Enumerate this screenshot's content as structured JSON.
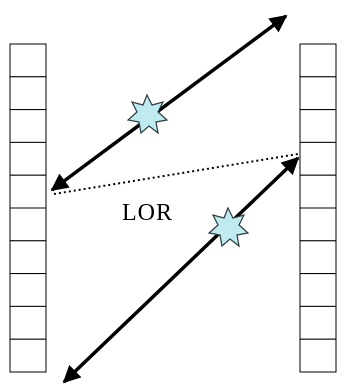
{
  "diagram": {
    "label": "LOR",
    "colors": {
      "background": "#ffffff",
      "line": "#000000",
      "star_fill": "#bfeaf0",
      "star_stroke": "#2a3a3a"
    },
    "detector_left": {
      "cells": 10
    },
    "detector_right": {
      "cells": 10
    }
  }
}
